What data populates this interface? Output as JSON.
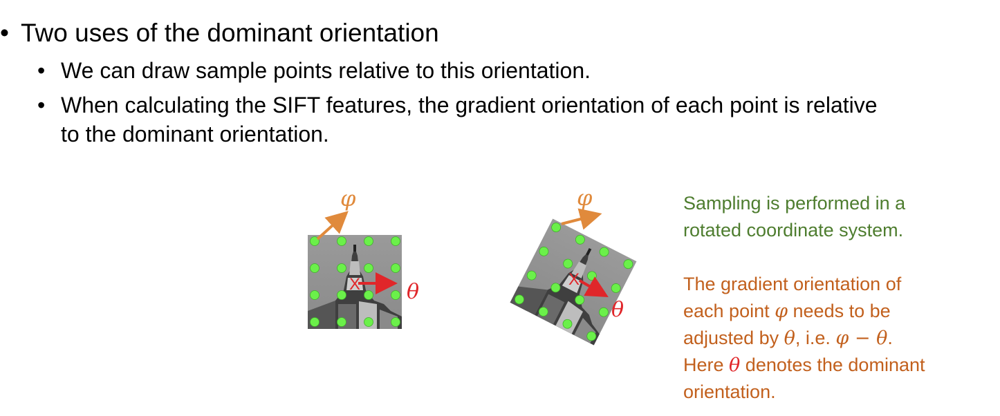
{
  "bullets": {
    "main": "Two uses of the dominant orientation",
    "sub1": "We can draw sample points relative to this orientation.",
    "sub2_line1": "When calculating the SIFT features, the gradient orientation of each point is relative",
    "sub2_line2": "to the dominant orientation."
  },
  "figure": {
    "phi_symbol": "φ",
    "theta_symbol": "θ",
    "keypoint_mark": "X",
    "sample_point_color": "#6bf04a",
    "phi_arrow_color": "#e08a3c",
    "theta_arrow_color": "#e0262a"
  },
  "captions": {
    "green_line1": "Sampling is performed in a",
    "green_line2": "rotated coordinate system.",
    "orange_line1": "The gradient orientation of",
    "orange_line2_a": "each point ",
    "orange_line2_phi": "φ",
    "orange_line2_b": " needs to be",
    "orange_line3_a": "adjusted by ",
    "orange_line3_theta": "θ",
    "orange_line3_b": ", i.e. ",
    "orange_line3_expr": "φ − θ",
    "orange_line3_c": ".",
    "orange_line4_a": "Here ",
    "orange_line4_theta": "θ",
    "orange_line4_b": " denotes the dominant",
    "orange_line5": "orientation."
  },
  "colors": {
    "green_text": "#4e7d2f",
    "orange_text": "#c2601d",
    "theta_red": "#e0262a"
  }
}
